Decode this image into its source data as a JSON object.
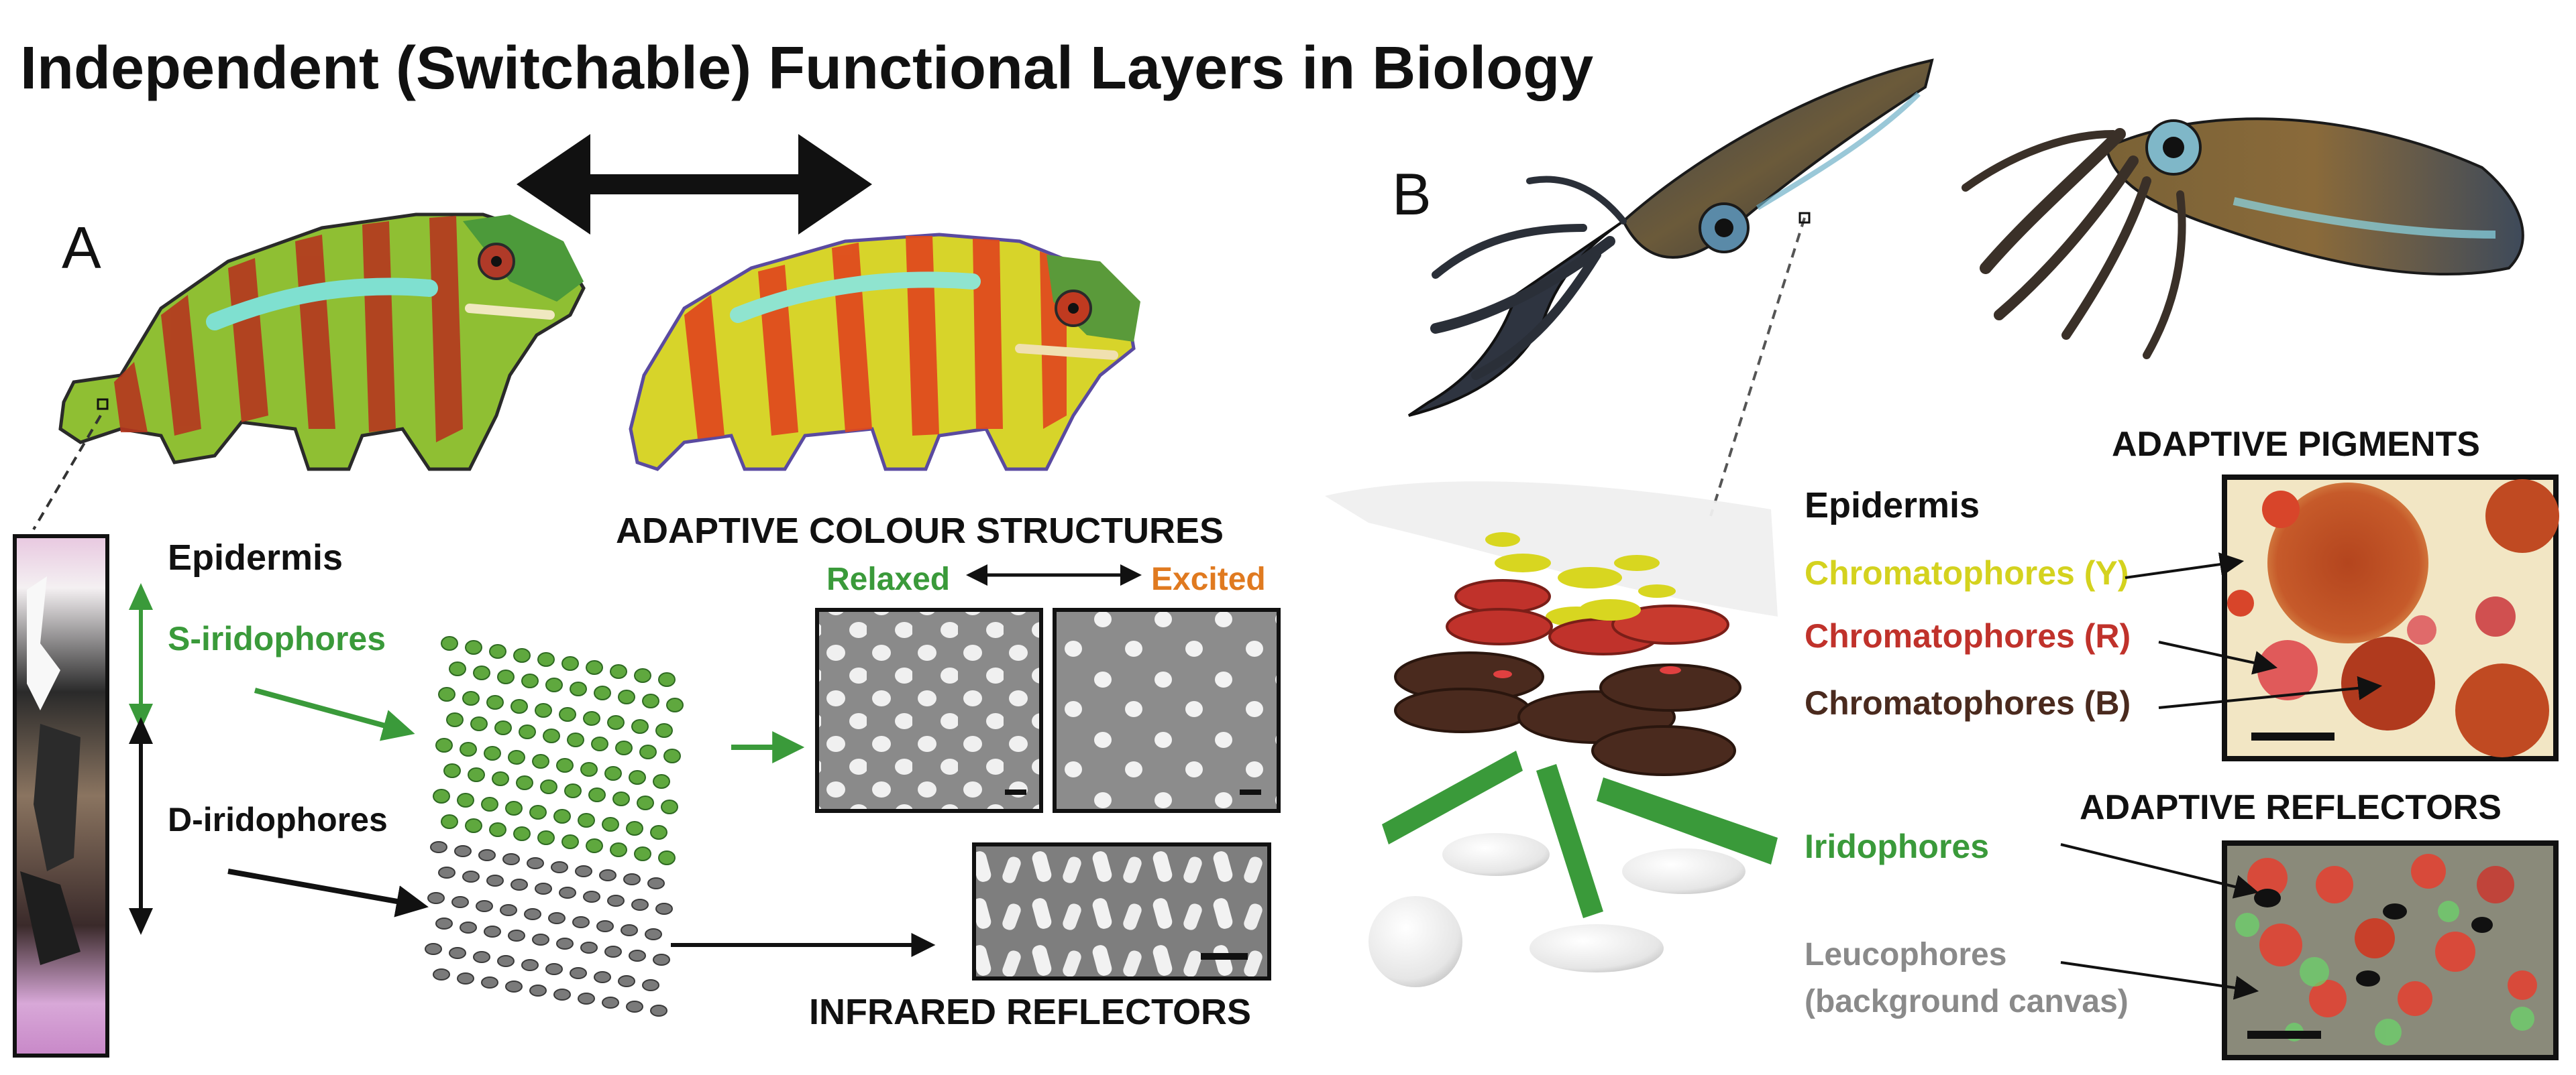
{
  "title": "Independent (Switchable) Functional Layers in Biology",
  "panel_a": {
    "letter": "A",
    "epidermis": "Epidermis",
    "s_iridophores": "S-iridophores",
    "d_iridophores": "D-iridophores",
    "adaptive_colour_structures": "ADAPTIVE COLOUR STRUCTURES",
    "relaxed": "Relaxed",
    "excited": "Excited",
    "infrared_reflectors": "INFRARED REFLECTORS"
  },
  "panel_b": {
    "letter": "B",
    "epidermis": "Epidermis",
    "chromatophores_y": "Chromatophores (Y)",
    "chromatophores_r": "Chromatophores (R)",
    "chromatophores_b": "Chromatophores (B)",
    "iridophores": "Iridophores",
    "leucophores": "Leucophores",
    "background_canvas": "(background canvas)",
    "adaptive_pigments": "ADAPTIVE PIGMENTS",
    "adaptive_reflectors": "ADAPTIVE REFLECTORS"
  },
  "colors": {
    "green_label": "#3a9a3a",
    "orange_label": "#e07a20",
    "yellow_label": "#d4d21e",
    "red_label": "#c0322b",
    "brown_label": "#4a2a1e",
    "grey_label": "#8a8a8a",
    "black": "#111111"
  }
}
